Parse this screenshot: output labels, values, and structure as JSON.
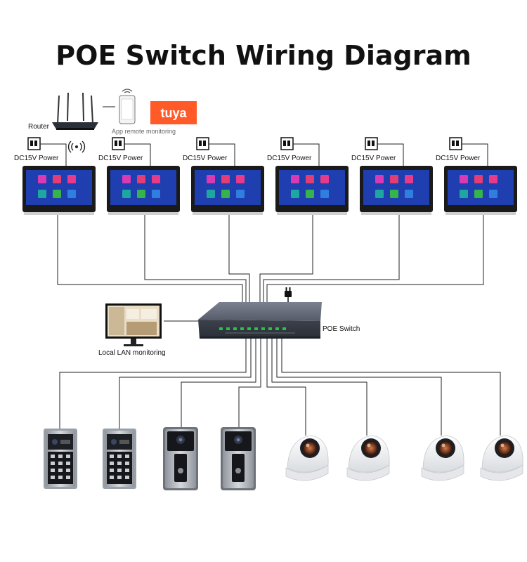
{
  "title": "POE Switch Wiring Diagram",
  "router_label": "Router",
  "app_label": "App remote monitoring",
  "tuya_label": "tuya",
  "power_label": "DC15V Power",
  "monitor_count": 6,
  "switch_label": "POE Switch",
  "lan_label": "Local LAN monitoring",
  "keypad_door_stations": 2,
  "slim_door_stations": 2,
  "dome_cameras": 4,
  "colors": {
    "tuya_brand": "#ff5a28",
    "monitor_screen": "#1f3fb0",
    "switch_body": "#4a4f5c",
    "status_led": "#27c24a",
    "camera_lens": "#8a4a2a"
  }
}
